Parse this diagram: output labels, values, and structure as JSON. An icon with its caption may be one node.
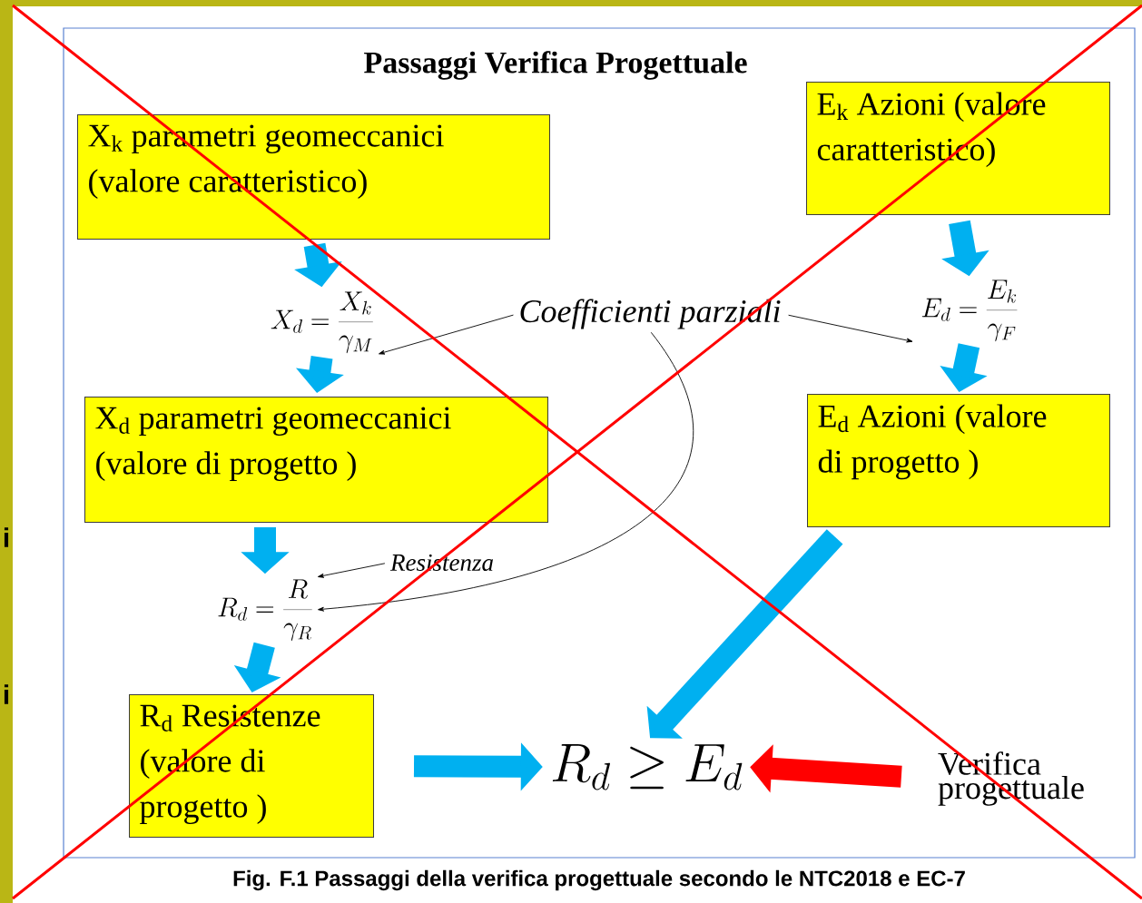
{
  "diagram": {
    "title": "Passaggi Verifica Progettuale",
    "caption": "Fig. F.1 Passaggi della verifica progettuale secondo le NTC2018 e EC-7",
    "nodes": [
      {
        "text": [
          "X$_{k}$ parametri geomeccanici (valore caratteristico)"
        ]
      },
      {
        "text": [
          "X_d = \\frac{X_k}{\\gamma_M}"
        ]
      },
      {
        "text": [
          "X$_{d}$ parametri geomeccanici (valore di progetto )"
        ]
      },
      {
        "text": [
          "R_d = \\frac{R}{\\gamma_R}"
        ]
      },
      {
        "text": [
          "R$_{d}$ Resistenze (valore di progetto )"
        ]
      },
      {
        "text": [
          "E$_{k}$ Azioni (valore caratteristico)"
        ]
      },
      {
        "text": [
          "E_d = \\frac{E_k}{\\gamma_F}"
        ]
      },
      {
        "text": [
          "E$_{d}$ Azioni (valore di progetto )"
        ]
      },
      {
        "text": [
          "R_d \\geq E_d"
        ]
      },
      {
        "text": [
          "Coefficienti parziali"
        ]
      },
      {
        "text": [
          "Resistenza"
        ]
      },
      {
        "text": [
          "Verifica progettuale"
        ]
      }
    ],
    "edges": [
      {
        "from": 0,
        "to": 1,
        "arrow": "to"
      },
      {
        "from": 1,
        "to": 2,
        "arrow": "to"
      },
      {
        "from": 2,
        "to": 3,
        "arrow": "to"
      },
      {
        "from": 3,
        "to": 4,
        "arrow": "to"
      },
      {
        "from": 5,
        "to": 6,
        "arrow": "to"
      },
      {
        "from": 6,
        "to": 7,
        "arrow": "to"
      },
      {
        "from": 4,
        "to": 8,
        "arrow": "to"
      },
      {
        "from": 7,
        "to": 8,
        "arrow": "to"
      },
      {
        "from": 11,
        "to": 8,
        "arrow": "to",
        "color": "#ff0000"
      },
      {
        "from": 9,
        "to": 1,
        "arrow": "to",
        "color": "#000000"
      },
      {
        "from": 9,
        "to": 6,
        "arrow": "to",
        "color": "#000000"
      },
      {
        "from": 9,
        "to": 3,
        "arrow": "to",
        "color": "#000000"
      },
      {
        "from": 10,
        "to": 3,
        "arrow": "to",
        "color": "#000000"
      }
    ],
    "labels": [
      "i",
      "i"
    ]
  }
}
